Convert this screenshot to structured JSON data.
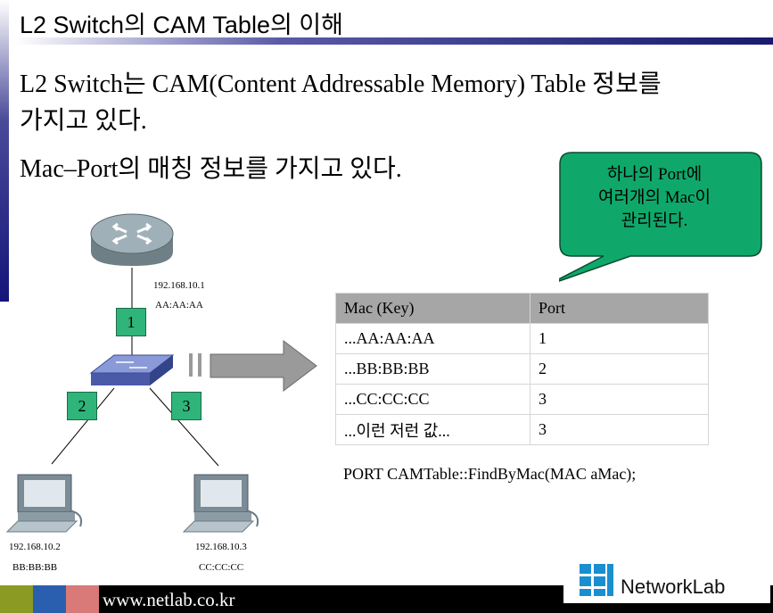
{
  "slide": {
    "title": "L2 Switch의 CAM Table의 이해",
    "line1": "L2 Switch는 CAM(Content Addressable Memory) Table 정보를",
    "line2": "가지고 있다.",
    "line3": "Mac–Port의 매칭 정보를 가지고 있다."
  },
  "callout": {
    "text": "하나의 Port에\n여러개의 Mac이\n관리된다.",
    "fill": "#0fa86a"
  },
  "router": {
    "ip": "192.168.10.1",
    "mac": "AA:AA:AA"
  },
  "ports": {
    "p1": "1",
    "p2": "2",
    "p3": "3"
  },
  "pc_left": {
    "ip": "192.168.10.2",
    "mac": "BB:BB:BB"
  },
  "pc_right": {
    "ip": "192.168.10.3",
    "mac": "CC:CC:CC"
  },
  "cam_table": {
    "headers": [
      "Mac (Key)",
      "Port"
    ],
    "rows": [
      [
        "...AA:AA:AA",
        "1"
      ],
      [
        "...BB:BB:BB",
        "2"
      ],
      [
        "...CC:CC:CC",
        "3"
      ],
      [
        "...이런 저런 값...",
        "3"
      ]
    ]
  },
  "code": "PORT CAMTable::FindByMac(MAC aMac);",
  "footer": {
    "url": "www.netlab.co.kr",
    "logo": "NetworkLab",
    "colors": [
      "#8a9a22",
      "#2a5fb0",
      "#d97a78"
    ]
  }
}
